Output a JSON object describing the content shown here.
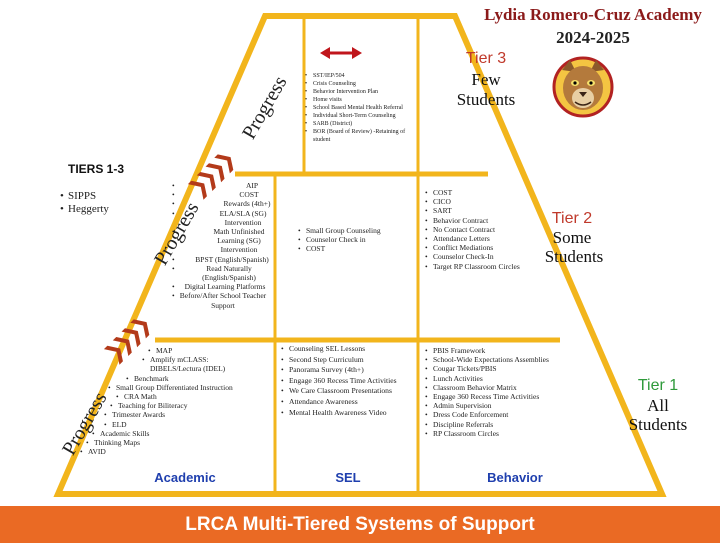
{
  "header": {
    "school": "Lydia Romero-Cruz Academy",
    "year": "2024-2025"
  },
  "logo": {
    "icon": "cougar-mascot-logo"
  },
  "tiers_side": {
    "title": "TIERS 1-3",
    "items": [
      "SIPPS",
      "Heggerty"
    ]
  },
  "progress": {
    "label": "Progress"
  },
  "tier3": {
    "head": "Tier 3",
    "sub1": "Few",
    "sub2": "Students",
    "items": [
      "SST/IEP/504",
      "Crisis Counseling",
      "Behavior Intervention Plan",
      "Home visits",
      "School Based Mental Health Referral",
      "Individual Short-Term Counseling",
      "SARB (District)",
      "BOR (Board of Review) -Retaining of student"
    ]
  },
  "tier2": {
    "head": "Tier 2",
    "sub1": "Some",
    "sub2": "Students",
    "academic": [
      "AIP",
      "COST",
      "Rewards (4th+)",
      "ELA/SLA (SG) Intervention",
      "Math Unfinished Learning (SG) Intervention",
      "BPST (English/Spanish)",
      "Read Naturally (English/Spanish)",
      "Digital Learning Platforms",
      "Before/After School Teacher Support"
    ],
    "sel": [
      "Small Group Counseling",
      "Counselor Check in",
      "COST"
    ],
    "behavior": [
      "COST",
      "CICO",
      "SART",
      "Behavior Contract",
      "No Contact Contract",
      "Attendance Letters",
      "Conflict Mediations",
      "Counselor Check-In",
      "Target RP Classroom Circles"
    ]
  },
  "tier1": {
    "head": "Tier 1",
    "sub1": "All",
    "sub2": "Students",
    "academic": [
      "MAP",
      "Amplify mCLASS: DIBELS/Lectura (IDEL)",
      "Benchmark",
      "Small Group Differentiated Instruction",
      "CRA Math",
      "Teaching for Biliteracy",
      "Trimester Awards",
      "ELD",
      "Academic Skills",
      "Thinking Maps",
      "AVID"
    ],
    "sel": [
      "Counseling SEL Lessons",
      "Second Step Curriculum",
      "Panorama Survey (4th+)",
      "Engage 360 Recess Time Activities",
      "We Care Classroom Presentations",
      "Attendance Awareness",
      "Mental Health Awareness Video"
    ],
    "behavior": [
      "PBIS Framework",
      "School-Wide Expectations Assemblies",
      "Cougar Tickets/PBIS",
      "Lunch Activities",
      "Classroom Behavior Matrix",
      "Engage 360 Recess Time Activities",
      "Admin Supervision",
      "Dress Code Enforcement",
      "Discipline Referrals",
      "RP Classroom Circles"
    ]
  },
  "columns": {
    "academic": "Academic",
    "sel": "SEL",
    "behavior": "Behavior"
  },
  "footer": {
    "title": "LRCA Multi-Tiered Systems of Support"
  },
  "colors": {
    "pyramid": "#f2b51c",
    "tier3_head": "#c0392b",
    "tier2_head": "#c0392b",
    "tier1_head": "#2e9a3a",
    "footer_bg": "#ea6a24",
    "column_label": "#1f3fae",
    "arrow": "#c0161c"
  }
}
